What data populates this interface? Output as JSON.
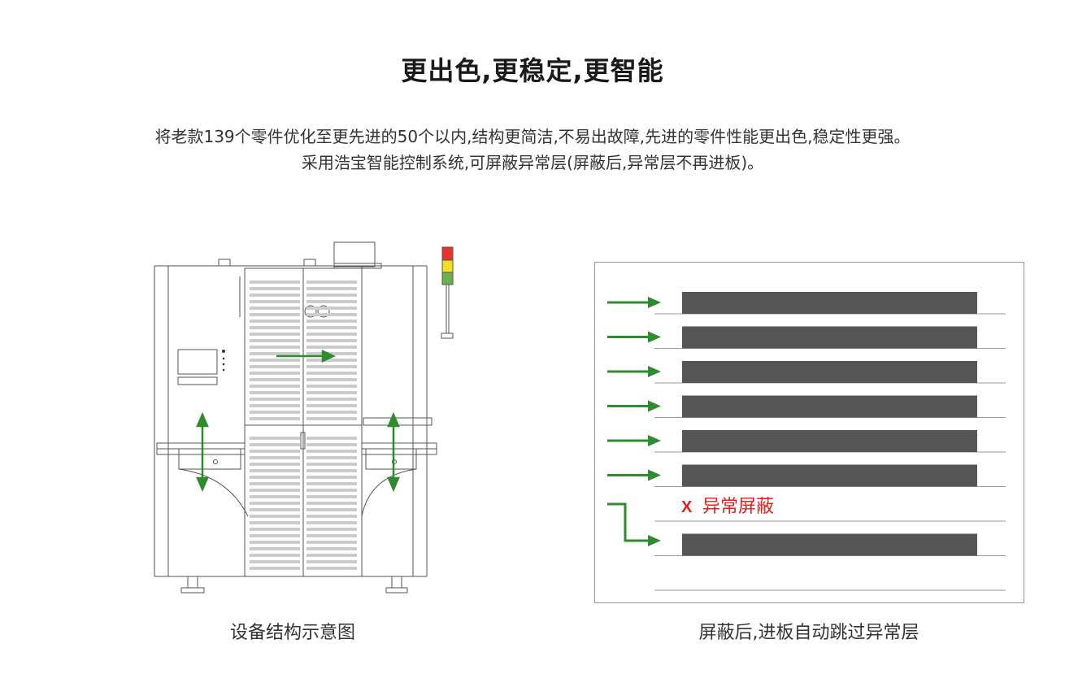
{
  "title": "更出色,更稳定,更智能",
  "description": {
    "line1": "将老款139个零件优化至更先进的50个以内,结构更简洁,不易出故障,先进的零件性能更出色,稳定性更强。",
    "line2": "采用浩宝智能控制系统,可屏蔽异常层(屏蔽后,异常层不再进板)。"
  },
  "left_figure": {
    "caption": "设备结构示意图"
  },
  "right_figure": {
    "caption": "屏蔽后,进板自动跳过异常层",
    "masked_marker": "X",
    "masked_label": "异常屏蔽",
    "layers": [
      {
        "state": "normal"
      },
      {
        "state": "normal"
      },
      {
        "state": "normal"
      },
      {
        "state": "normal"
      },
      {
        "state": "normal"
      },
      {
        "state": "normal"
      },
      {
        "state": "masked"
      },
      {
        "state": "normal"
      },
      {
        "state": "empty"
      }
    ]
  },
  "colors": {
    "arrow_green": "#2e8b2e",
    "board_gray": "#555555",
    "mask_red": "#e02020",
    "light_red": "#e8352b",
    "light_yellow": "#f0e020",
    "light_green": "#6ab04c"
  }
}
